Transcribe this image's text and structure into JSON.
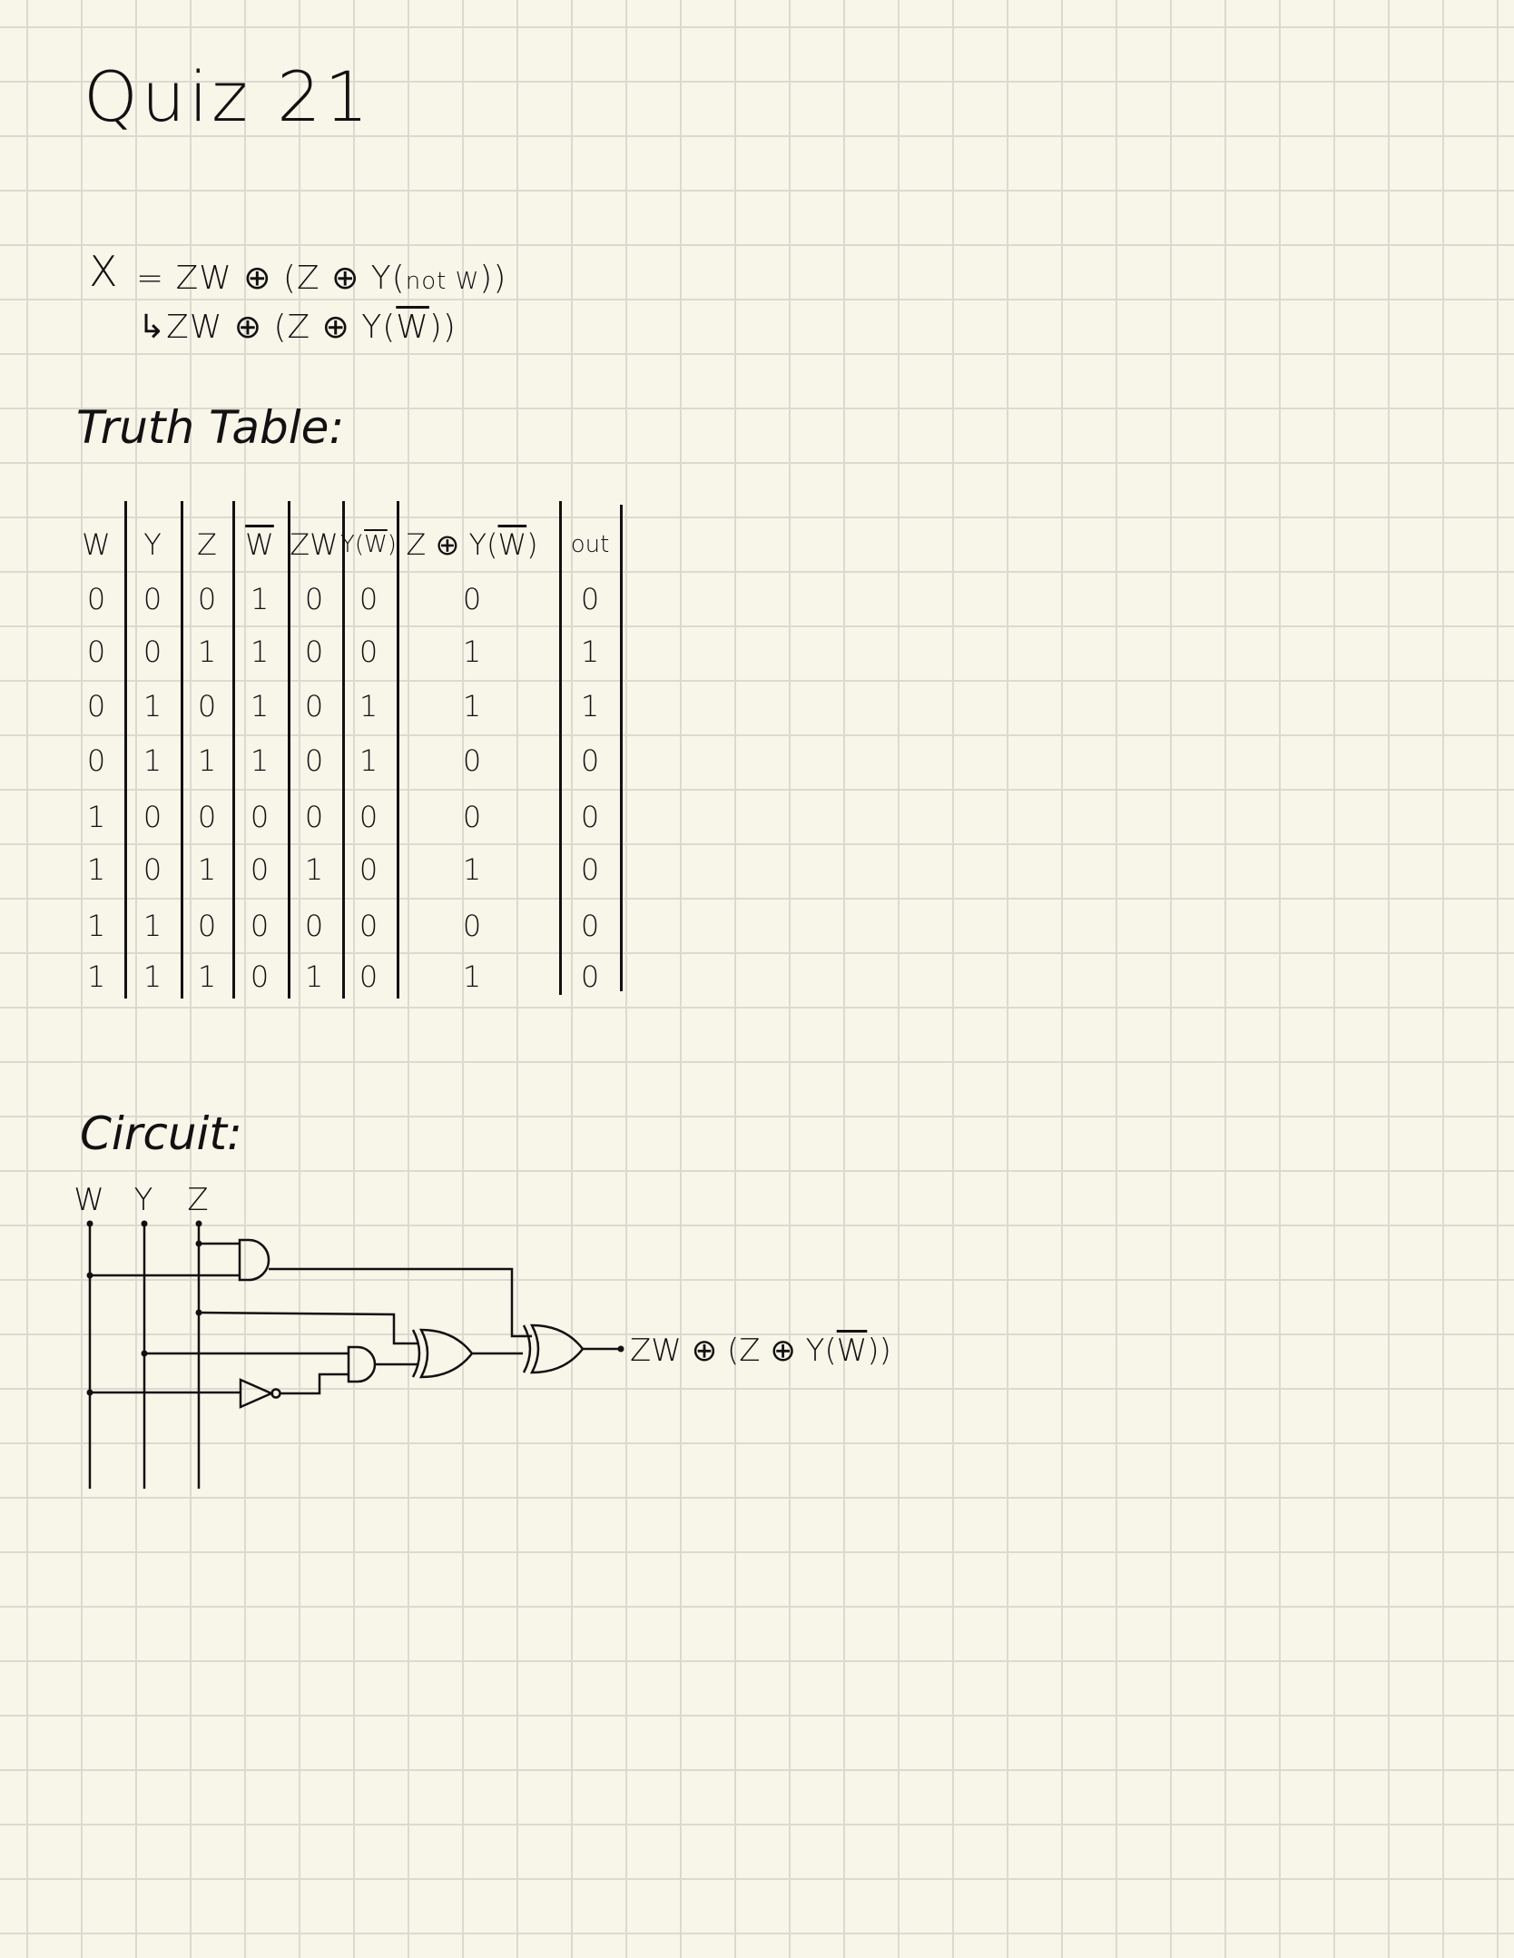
{
  "title": "Quiz 21",
  "equation": {
    "variable": "X",
    "line1": {
      "prefix": "= ZW ⊕ (Z ⊕ Y(",
      "small": "not W",
      "suffix": "))"
    },
    "line2": {
      "prefix": "↳ZW ⊕ (Z ⊕ Y(",
      "bar": "W",
      "suffix": "))"
    }
  },
  "truth_table": {
    "heading": "Truth Table:",
    "headers": [
      {
        "text": "W"
      },
      {
        "text": "Y"
      },
      {
        "text": "Z"
      },
      {
        "text": "W",
        "bar": true
      },
      {
        "text": "ZW"
      },
      {
        "prefix": "Y(",
        "bar_text": "W",
        "suffix": ")"
      },
      {
        "prefix": "Z ⊕ Y(",
        "bar_text": "W",
        "suffix": ")"
      },
      {
        "text": "out"
      }
    ],
    "rows": [
      [
        "0",
        "0",
        "0",
        "1",
        "0",
        "0",
        "0",
        "0"
      ],
      [
        "0",
        "0",
        "1",
        "1",
        "0",
        "0",
        "1",
        "1"
      ],
      [
        "0",
        "1",
        "0",
        "1",
        "0",
        "1",
        "1",
        "1"
      ],
      [
        "0",
        "1",
        "1",
        "1",
        "0",
        "1",
        "0",
        "0"
      ],
      [
        "1",
        "0",
        "0",
        "0",
        "0",
        "0",
        "0",
        "0"
      ],
      [
        "1",
        "0",
        "1",
        "0",
        "1",
        "0",
        "1",
        "0"
      ],
      [
        "1",
        "1",
        "0",
        "0",
        "0",
        "0",
        "0",
        "0"
      ],
      [
        "1",
        "1",
        "1",
        "0",
        "1",
        "0",
        "1",
        "0"
      ]
    ]
  },
  "circuit": {
    "heading": "Circuit:",
    "inputs": [
      "W",
      "Y",
      "Z"
    ],
    "output": {
      "prefix": "ZW ⊕ (Z ⊕ Y(",
      "bar": "W",
      "suffix": "))"
    },
    "gates": [
      "and",
      "and",
      "not",
      "xor",
      "xor"
    ]
  },
  "colors": {
    "paper": "#f8f5e9",
    "grid": "#dcdad0",
    "ink": "#111111"
  }
}
